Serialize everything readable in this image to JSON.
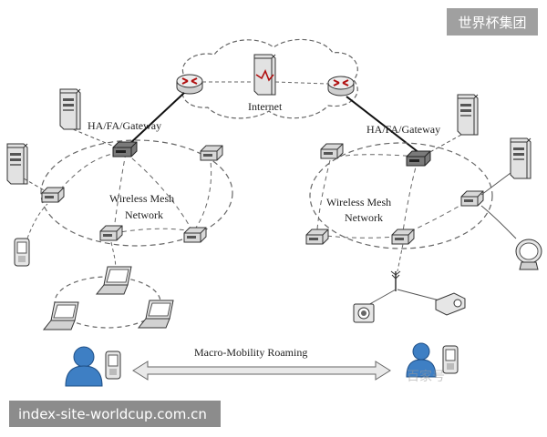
{
  "labels": {
    "internet": "Internet",
    "gateway_left": "HA/FA/Gateway",
    "gateway_right": "HA/FA/Gateway",
    "mesh_left_line1": "Wireless Mesh",
    "mesh_left_line2": "Network",
    "mesh_right_line1": "Wireless Mesh",
    "mesh_right_line2": "Network",
    "roaming": "Macro-Mobility Roaming"
  },
  "watermarks": {
    "top_right": "世界杯集团",
    "bottom_left": "index-site-worldcup.com.cn",
    "faint_logo": "百家号"
  },
  "icons": {
    "router": "router-icon",
    "server": "server-icon",
    "mesh_node": "mesh-router-icon",
    "laptop": "laptop-icon",
    "phone": "mobile-phone-icon",
    "user": "user-icon",
    "monitor": "monitor-icon",
    "antenna": "antenna-icon",
    "camera": "camera-icon",
    "projector": "projector-icon"
  },
  "colors": {
    "line": "#555555",
    "device": "#d9d9d9",
    "user": "#3e7fc4",
    "arrow": "#666666"
  }
}
